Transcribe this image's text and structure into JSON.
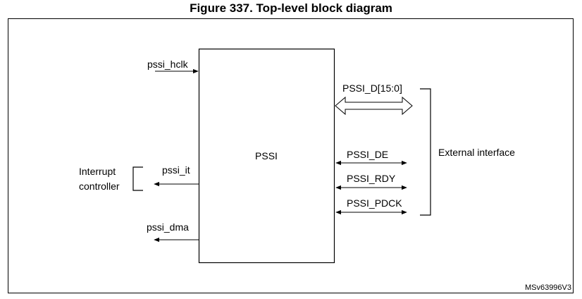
{
  "figure": {
    "title": "Figure 337. Top-level block diagram",
    "ref_id": "MSv63996V3"
  },
  "block": {
    "label": "PSSI"
  },
  "left_signals": {
    "hclk": "pssi_hclk",
    "it": "pssi_it",
    "dma": "pssi_dma"
  },
  "interrupt_controller": {
    "line1": "Interrupt",
    "line2": "controller"
  },
  "right_signals": {
    "data": "PSSI_D[15:0]",
    "de": "PSSI_DE",
    "rdy": "PSSI_RDY",
    "pdck": "PSSI_PDCK"
  },
  "external_interface": {
    "label": "External interface"
  }
}
